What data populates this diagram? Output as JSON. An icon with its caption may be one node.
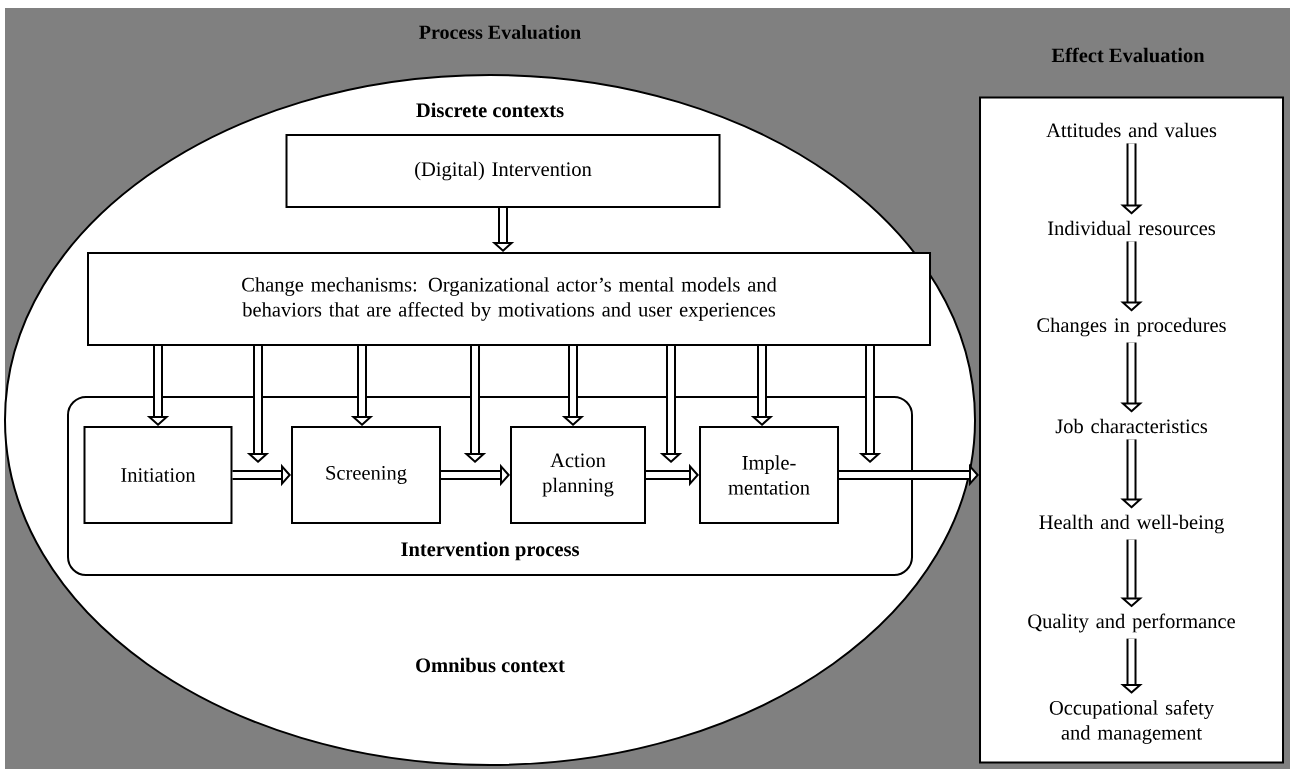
{
  "diagram": {
    "nodes": [
      {
        "text": [
          "Discrete contexts",
          "Omnibus context"
        ]
      },
      {
        "text": [
          "(Digital) Intervention"
        ],
        "in": 0
      },
      {
        "text": [
          "Change mechanisms: Organizational actor’s mental models and behaviors that are affected by motivations and user experiences"
        ],
        "in": 0
      },
      {
        "text": [
          "Intervention process"
        ],
        "in": 0
      },
      {
        "text": [
          "Initiation"
        ],
        "in": 3
      },
      {
        "text": [
          "Screening"
        ],
        "in": 3
      },
      {
        "text": [
          "Action planning"
        ],
        "in": 3
      },
      {
        "text": [
          "Imple- mentation"
        ],
        "in": 3
      },
      {
        "text": [
          "Effect Evaluation"
        ]
      },
      {
        "text": [
          "Attitudes and values"
        ],
        "in": 8
      },
      {
        "text": [
          "Individual resources"
        ],
        "in": 8
      },
      {
        "text": [
          "Changes in procedures"
        ],
        "in": 8
      },
      {
        "text": [
          "Job characteristics"
        ],
        "in": 8
      },
      {
        "text": [
          "Health and well-being"
        ],
        "in": 8
      },
      {
        "text": [
          "Quality and performance"
        ],
        "in": 8
      },
      {
        "text": [
          "Occupational safety and management"
        ],
        "in": 8
      }
    ],
    "edges": [
      {
        "from": 1,
        "to": 2,
        "arrow": "to"
      },
      {
        "from": 2,
        "to": 4,
        "arrow": "to"
      },
      {
        "from": 2,
        "to": null,
        "arrow": "to"
      },
      {
        "from": 2,
        "to": 5,
        "arrow": "to"
      },
      {
        "from": 2,
        "to": null,
        "arrow": "to"
      },
      {
        "from": 2,
        "to": 6,
        "arrow": "to"
      },
      {
        "from": 2,
        "to": null,
        "arrow": "to"
      },
      {
        "from": 2,
        "to": 7,
        "arrow": "to"
      },
      {
        "from": 2,
        "to": null,
        "arrow": "to"
      },
      {
        "from": 4,
        "to": 5,
        "arrow": "to"
      },
      {
        "from": 5,
        "to": 6,
        "arrow": "to"
      },
      {
        "from": 6,
        "to": 7,
        "arrow": "to"
      },
      {
        "from": 7,
        "to": 8,
        "arrow": "to"
      },
      {
        "from": 9,
        "to": 10,
        "arrow": "to"
      },
      {
        "from": 10,
        "to": 11,
        "arrow": "to"
      },
      {
        "from": 11,
        "to": 12,
        "arrow": "to"
      },
      {
        "from": 12,
        "to": 13,
        "arrow": "to"
      },
      {
        "from": 13,
        "to": 14,
        "arrow": "to"
      },
      {
        "from": 14,
        "to": 15,
        "arrow": "to"
      }
    ],
    "labels": [
      "Process Evaluation"
    ]
  }
}
